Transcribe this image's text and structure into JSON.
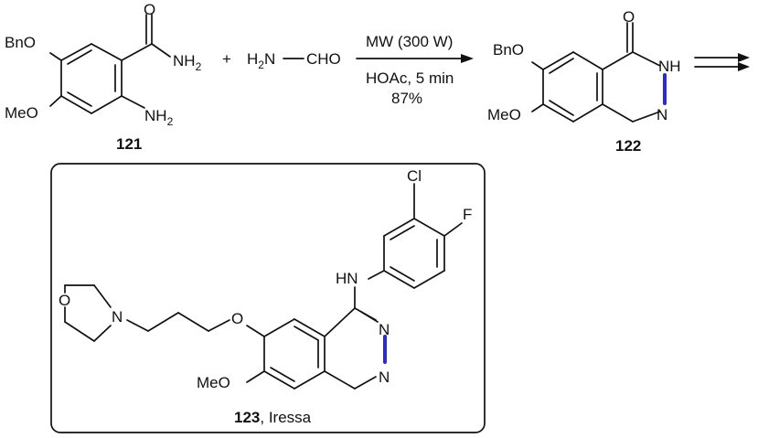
{
  "colors": {
    "ink": "#111111",
    "highlight": "#2a2ad9",
    "background": "#ffffff"
  },
  "plus": "+",
  "reagent": {
    "text": "H2N—CHO",
    "h": "H",
    "two": "2",
    "n": "N",
    "cho": "CHO"
  },
  "conditions": {
    "line1": "MW (300 W)",
    "line2": "HOAc, 5 min",
    "line3": "87%"
  },
  "compound121": {
    "label": "121",
    "obn": "BnO",
    "ome": "MeO",
    "nh2_top": "NH",
    "nh2_bottom": "NH",
    "sub2": "2",
    "o": "O"
  },
  "compound122": {
    "label": "122",
    "obn": "BnO",
    "ome": "MeO",
    "nh": "NH",
    "n": "N",
    "o": "O"
  },
  "compound123": {
    "label_number": "123",
    "label_name": ", Iressa",
    "cl": "Cl",
    "f": "F",
    "hn": "HN",
    "n_top": "N",
    "n_bottom": "N",
    "o_ether": "O",
    "o_morph": "O",
    "n_morph": "N",
    "ome": "MeO"
  }
}
